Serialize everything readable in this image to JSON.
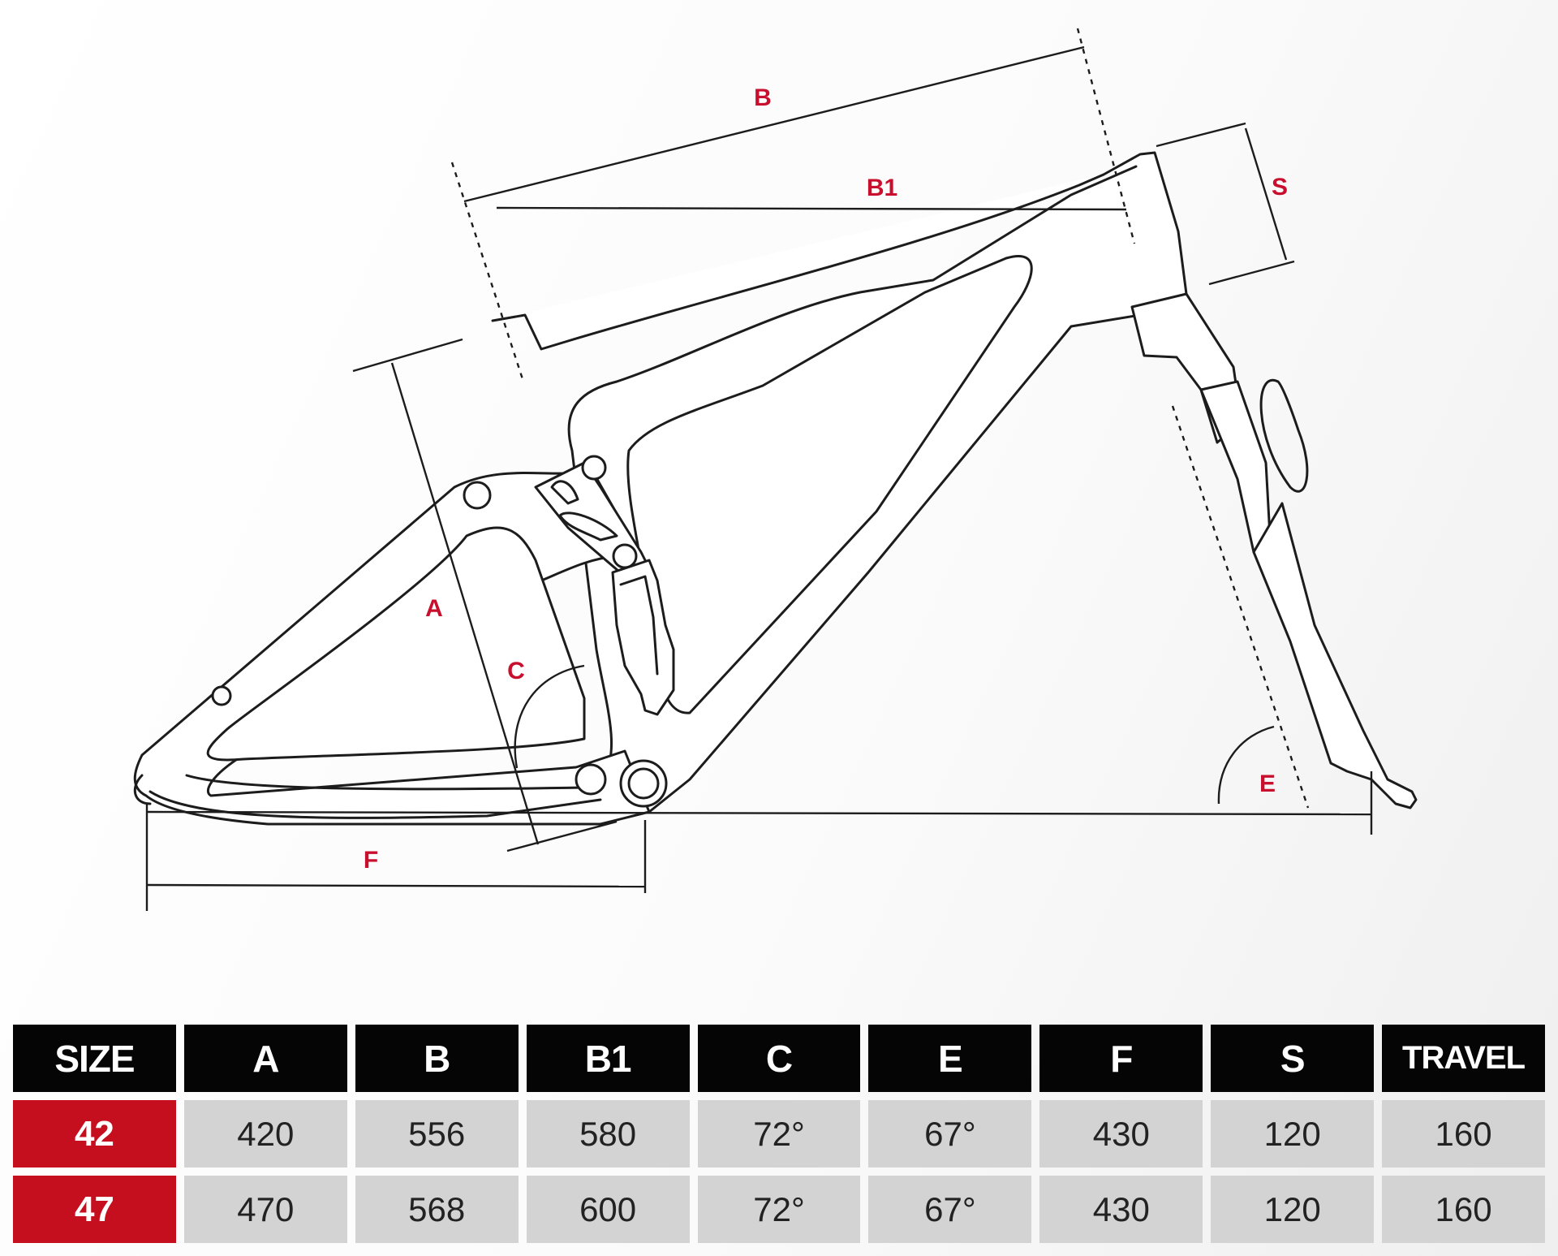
{
  "colors": {
    "label": "#c8102e",
    "header_bg": "#050505",
    "size_bg": "#c50f1f",
    "value_bg": "#d3d3d3",
    "line": "#1c1c1c"
  },
  "diagram": {
    "labels": {
      "A": "A",
      "B": "B",
      "B1": "B1",
      "C": "C",
      "E": "E",
      "F": "F",
      "S": "S"
    }
  },
  "table": {
    "headers": [
      "SIZE",
      "A",
      "B",
      "B1",
      "C",
      "E",
      "F",
      "S",
      "TRAVEL"
    ],
    "rows": [
      {
        "size": "42",
        "values": [
          "420",
          "556",
          "580",
          "72°",
          "67°",
          "430",
          "120",
          "160"
        ]
      },
      {
        "size": "47",
        "values": [
          "470",
          "568",
          "600",
          "72°",
          "67°",
          "430",
          "120",
          "160"
        ]
      }
    ]
  }
}
